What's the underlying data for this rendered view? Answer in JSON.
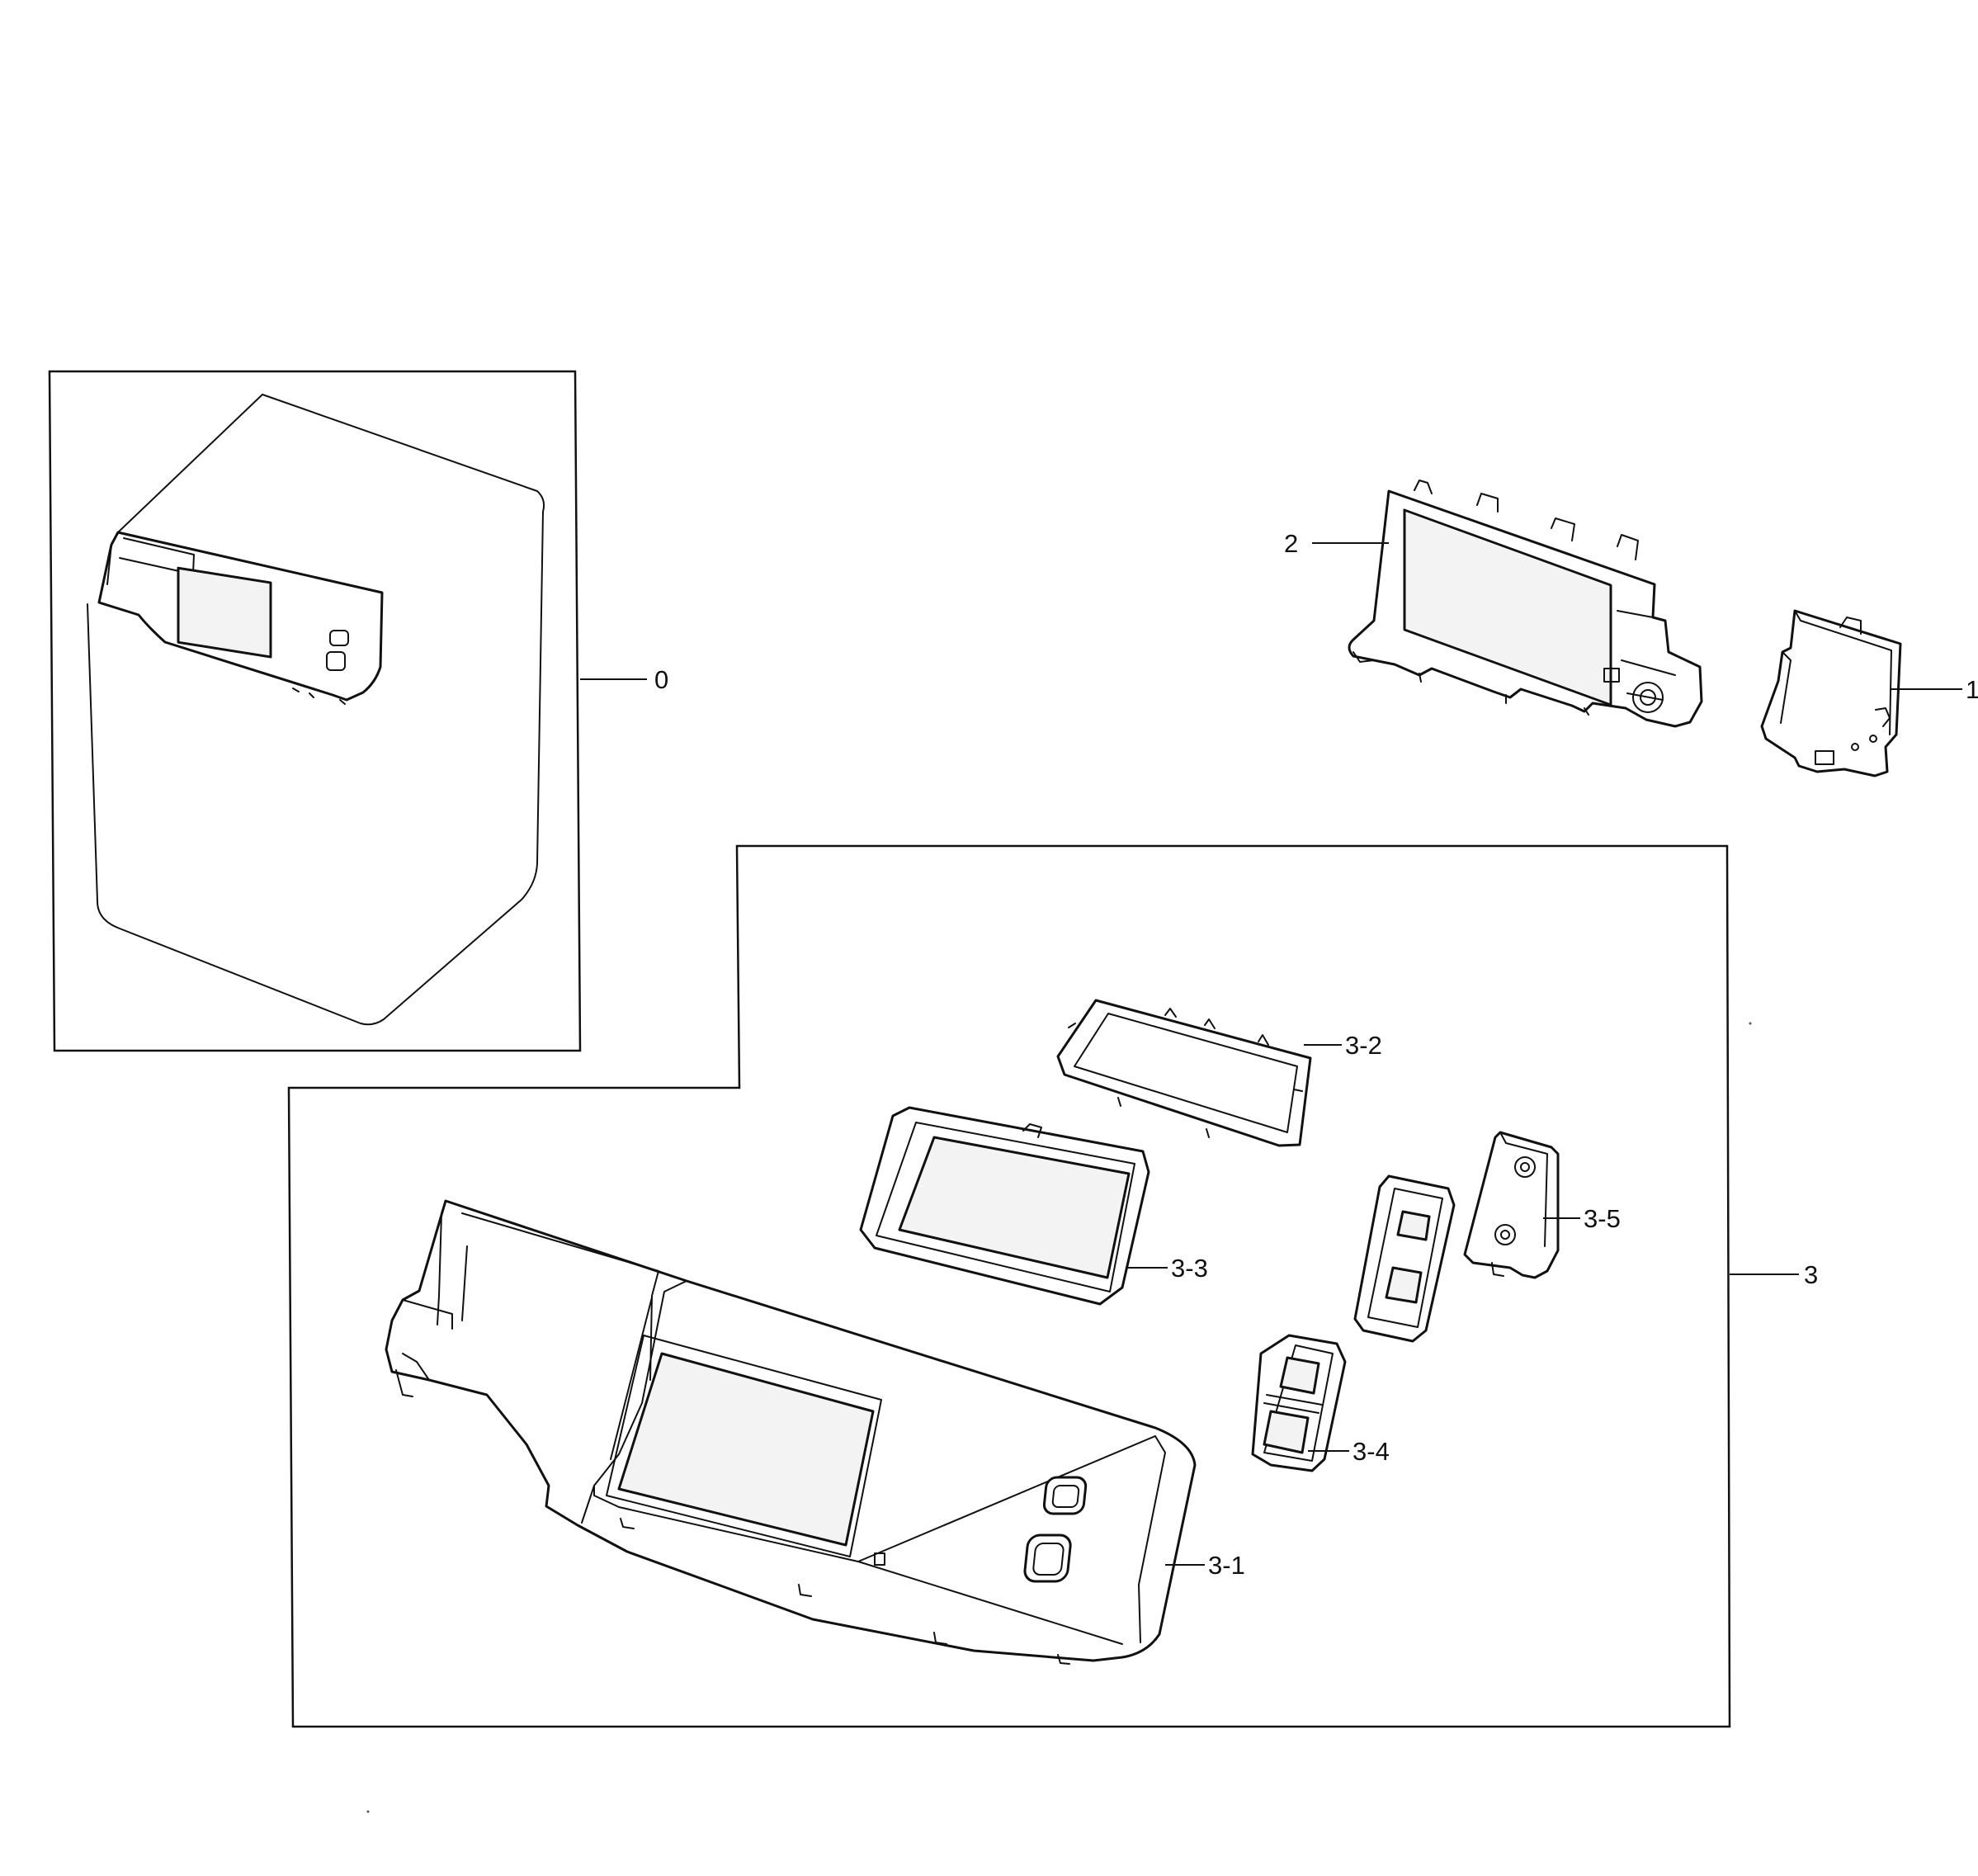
{
  "labels": {
    "part_0": "0",
    "part_1": "1",
    "part_2": "2",
    "part_3": "3",
    "part_3_1": "3-1",
    "part_3_2": "3-2",
    "part_3_3": "3-3",
    "part_3_4": "3-4",
    "part_3_5": "3-5"
  }
}
